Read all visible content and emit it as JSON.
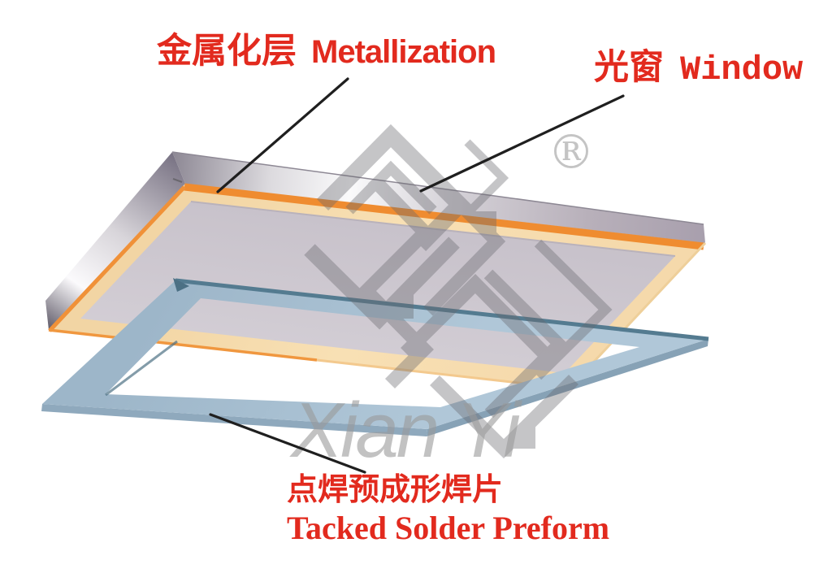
{
  "labels": {
    "metallization": {
      "zh": "金属化层",
      "en": "Metallization"
    },
    "window": {
      "zh": "光窗",
      "en": "Window"
    },
    "tacked_solder_preform": {
      "zh": "点焊预成形焊片",
      "en": "Tacked Solder Preform"
    }
  },
  "watermark": {
    "brand": "Xian Yi",
    "registered": "®"
  },
  "components": {
    "plate": "optical window with metallization frame on underside",
    "frame": "tacked solder preform ring floating below the window"
  },
  "colors": {
    "label_red": "#e22a1e",
    "leader_line_black": "#1f1f1f",
    "metallization_tan": "#f6dcae",
    "metallization_orange": "#ef8c30",
    "window_silver_edge": "#d8d5dc",
    "window_underside_gray": "#cbc5ce",
    "solder_preform_blue": "#a8c0d2",
    "solder_preform_edge_teal": "#547b90",
    "watermark_gray": "#9a9a9a",
    "background": "#ffffff"
  }
}
